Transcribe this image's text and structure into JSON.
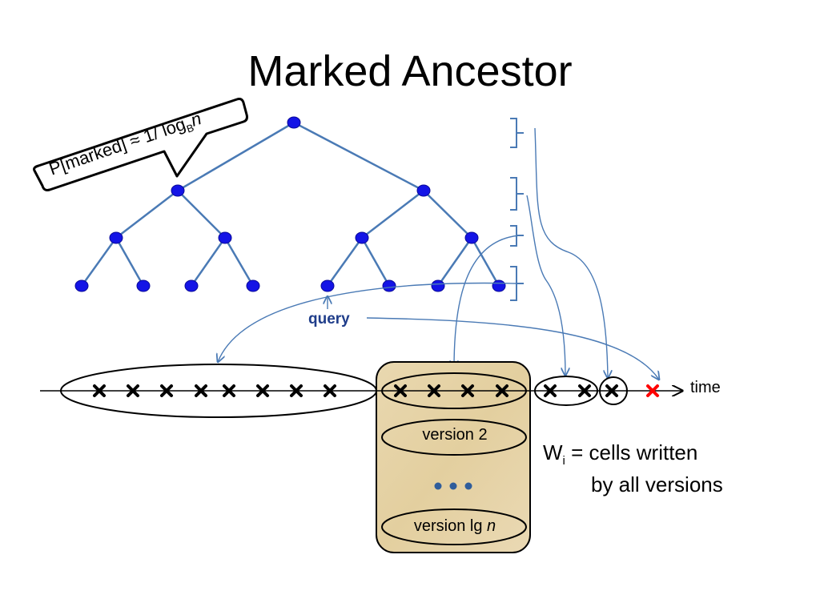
{
  "title": "Marked Ancestor",
  "callout": {
    "prefix": "P[marked] ≈ 1/ log",
    "sub": "B",
    "var": "n"
  },
  "labels": {
    "query": "query",
    "time": "time",
    "version2": "version 2",
    "version_lg_prefix": "version lg ",
    "version_lg_var": "n",
    "ellipsis": "•••"
  },
  "wi": {
    "w": "W",
    "sub": "i",
    "line1_rest": " = cells written",
    "line2": "by all versions"
  },
  "colors": {
    "node": "#0000ff",
    "edge": "#4a7ab5",
    "arrow": "#4a7ab5",
    "cross": "#000000",
    "current_cross": "#ff0000",
    "box_fill": "#e8d4a8",
    "query_text": "#1f3d8a"
  },
  "icons": {
    "mark": "cross-mark-icon",
    "current": "red-cross-mark-icon"
  }
}
